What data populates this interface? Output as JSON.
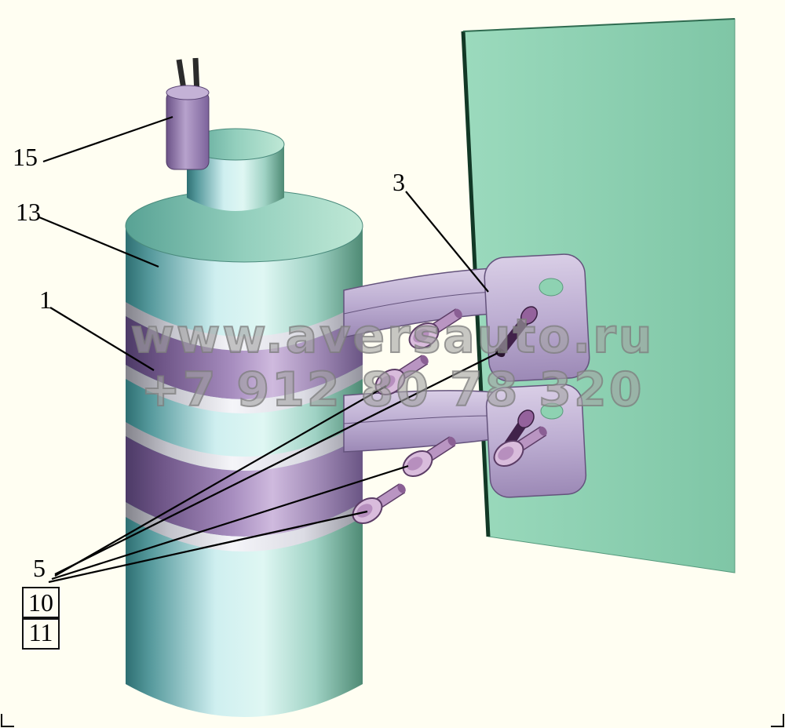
{
  "watermark": {
    "line1": "www.aversauto.ru",
    "line2": "+7 912 80 78 320"
  },
  "callouts": [
    {
      "label": "15",
      "boxed": false
    },
    {
      "label": "13",
      "boxed": false
    },
    {
      "label": "1",
      "boxed": false
    },
    {
      "label": "3",
      "boxed": false
    },
    {
      "label": "5",
      "boxed": false
    },
    {
      "label": "10",
      "boxed": true
    },
    {
      "label": "11",
      "boxed": true
    }
  ],
  "colors": {
    "background": "#fffef2",
    "panel_green": "#8ed2b2",
    "body_teal": "#cfeff0",
    "band_purple": "#a78dbf",
    "ring_silver": "#f5f5f9",
    "bracket_lavender": "#bdaed2",
    "bolt_magenta": "#94629c",
    "bolt_dark": "#41224a",
    "watermark_gray": "#7d7d7d",
    "leader_line": "#000000"
  }
}
